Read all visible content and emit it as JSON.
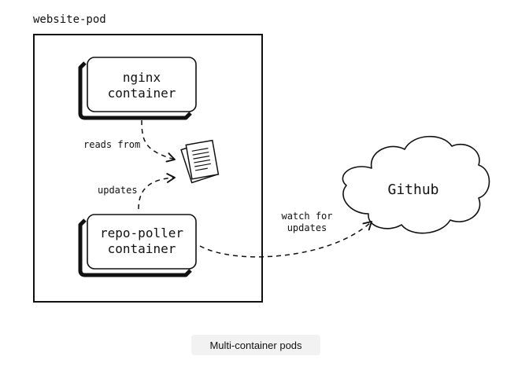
{
  "diagram": {
    "pod": {
      "title": "website-pod"
    },
    "nodes": {
      "nginx": {
        "line1": "nginx",
        "line2": "container"
      },
      "poller": {
        "line1": "repo-poller",
        "line2": "container"
      },
      "github": {
        "label": "Github"
      }
    },
    "edges": {
      "reads_from": {
        "label": "reads from"
      },
      "updates": {
        "label": "updates"
      },
      "watch": {
        "line1": "watch for",
        "line2": "updates"
      }
    }
  },
  "caption": "Multi-container pods"
}
